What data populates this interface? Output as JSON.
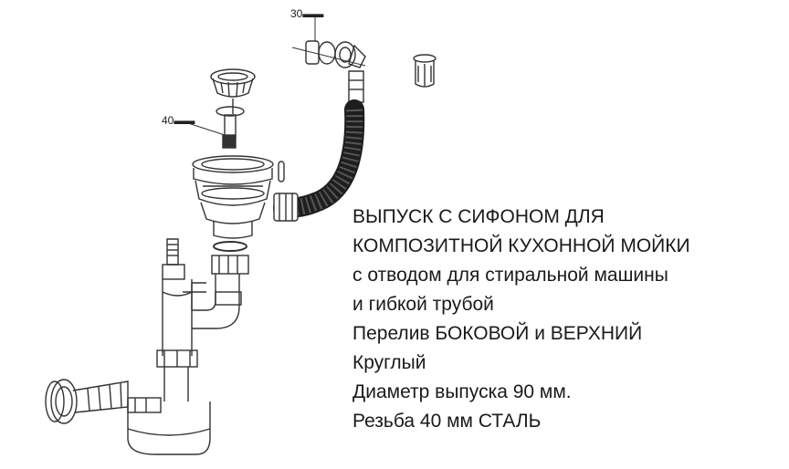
{
  "callouts": {
    "part_30": "30",
    "part_40": "40"
  },
  "description": {
    "line1": "ВЫПУСК С СИФОНОМ  ДЛЯ",
    "line2": "КОМПОЗИТНОЙ КУХОННОЙ МОЙКИ",
    "line3": "с отводом для стиральной машины",
    "line4": "и гибкой трубой",
    "line5": "Перелив БОКОВОЙ и ВЕРХНИЙ",
    "line6": "Круглый",
    "line7": "Диаметр выпуска 90 мм.",
    "line8": "Резьба 40 мм СТАЛЬ"
  },
  "colors": {
    "line": "#333333",
    "hose": "#1e1e1e",
    "background": "#ffffff"
  }
}
